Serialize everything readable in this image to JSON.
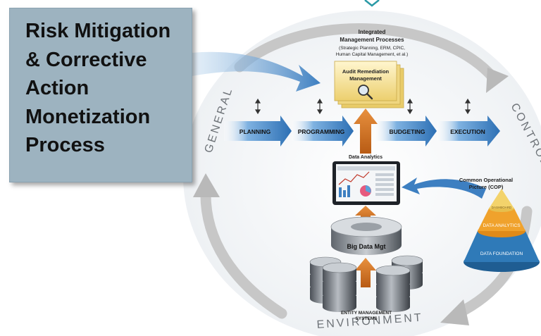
{
  "callout": {
    "title": "Risk Mitigation\n& Corrective\nAction\nMonetization\nProcess"
  },
  "cycle_labels": {
    "general": "GENERAL",
    "control": "CONTROL",
    "environment": "ENVIRONMENT"
  },
  "processes": {
    "title": "Integrated",
    "title2": "Management Processes",
    "subtitle1": "(Strategic Planning, ERM, CPIC,",
    "subtitle2": "Human Capital Management, et al.)"
  },
  "audit_box": {
    "line1": "Audit Remediation",
    "line2": "Management"
  },
  "pipeline": [
    "PLANNING",
    "PROGRAMMING",
    "BUDGETING",
    "EXECUTION"
  ],
  "data_analytics_label": "Data Analytics",
  "big_data_label": "Big Data Mgt",
  "entity_systems": {
    "line1": "ENTITY MANAGEMENT",
    "line2": "SYSTEMS"
  },
  "cop": {
    "line1": "Common Operational",
    "line2": "Picture (COP)"
  },
  "pyramid": {
    "top": "DASHBOARD",
    "middle": "DATA ANALYTICS",
    "bottom": "DATA FOUNDATION"
  },
  "colors": {
    "callout_bg": "#9db3c0",
    "pipeline_blue": "#3d7fc1",
    "cycle_gray": "#c2c2c2",
    "up_arrow_orange": "#d2691e",
    "audit_yellow": "#f2dc8c",
    "pyramid_top": "#f3d36b",
    "pyramid_mid": "#f0a22c",
    "pyramid_bottom": "#2f7ab8"
  }
}
